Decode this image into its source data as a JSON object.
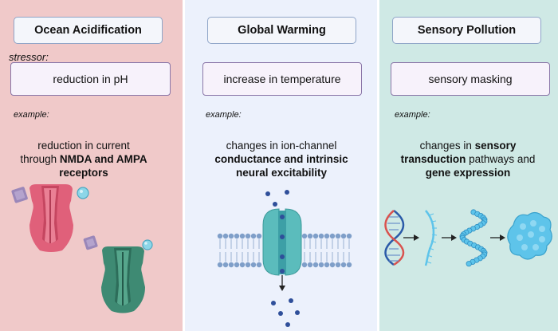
{
  "stressor_label": "stressor:",
  "panels": [
    {
      "title": "Ocean Acidification",
      "stressor": "reduction in pH",
      "example_label": "example:",
      "desc_parts": [
        "reduction in current",
        "through ",
        "NMDA and AMPA",
        "receptors"
      ],
      "background": "#f0c9c9"
    },
    {
      "title": "Global Warming",
      "stressor": "increase in temperature",
      "example_label": "example:",
      "desc_parts": [
        "changes in ion-channel",
        "conductance and intrinsic",
        "neural excitability"
      ],
      "background": "#ecf1fc"
    },
    {
      "title": "Sensory Pollution",
      "stressor": "sensory masking",
      "example_label": "example:",
      "desc_parts": [
        "changes in ",
        "sensory",
        "transduction",
        " pathways and",
        "gene expression"
      ],
      "background": "#cfe9e5"
    }
  ],
  "icons": {
    "acid": "glutamate-receptor-icons",
    "warm": "ion-channel-membrane-icon",
    "sens": "gene-expression-icon"
  },
  "colors": {
    "title_border": "#8fa5c8",
    "stressor_border": "#8a76a8",
    "receptor_pink": "#e0607a",
    "receptor_green": "#3e8a73",
    "ligand_purple": "#9a87b9",
    "ion_blue": "#2f4f9a",
    "channel_teal": "#5bbcbc",
    "dna_blue": "#2a5aa8",
    "protein_cyan": "#5ec4ea"
  }
}
